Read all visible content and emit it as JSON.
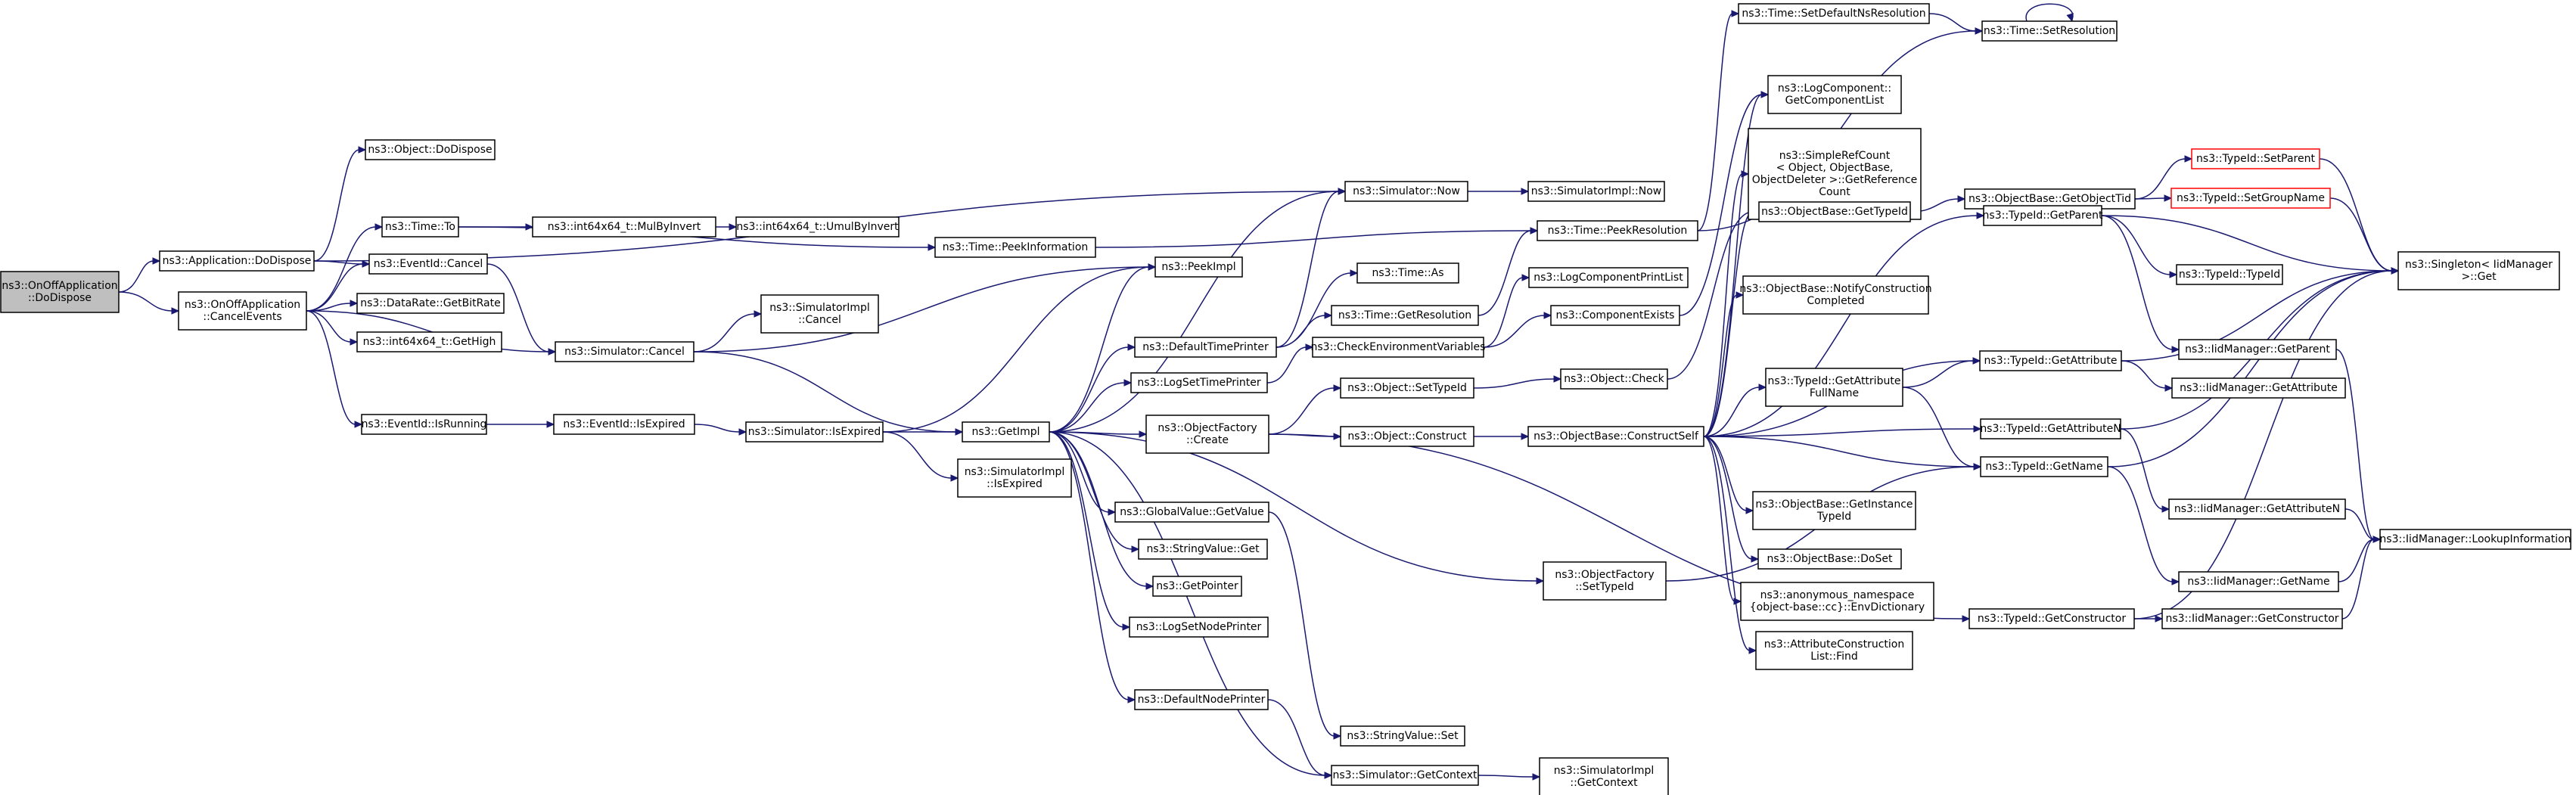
{
  "nodes": [
    {
      "id": "root",
      "lines": [
        "ns3::OnOffApplication",
        "::DoDispose"
      ],
      "style": "root"
    },
    {
      "id": "appDispose",
      "lines": [
        "ns3::Application::DoDispose"
      ]
    },
    {
      "id": "cancelEvents",
      "lines": [
        "ns3::OnOffApplication",
        "::CancelEvents"
      ]
    },
    {
      "id": "objDispose",
      "lines": [
        "ns3::Object::DoDispose"
      ]
    },
    {
      "id": "timeTo",
      "lines": [
        "ns3::Time::To"
      ]
    },
    {
      "id": "evCancel",
      "lines": [
        "ns3::EventId::Cancel"
      ]
    },
    {
      "id": "bitRate",
      "lines": [
        "ns3::DataRate::GetBitRate"
      ]
    },
    {
      "id": "getHigh",
      "lines": [
        "ns3::int64x64_t::GetHigh"
      ]
    },
    {
      "id": "evRunning",
      "lines": [
        "ns3::EventId::IsRunning"
      ]
    },
    {
      "id": "mulByInvert",
      "lines": [
        "ns3::int64x64_t::MulByInvert"
      ]
    },
    {
      "id": "umulByInvert",
      "lines": [
        "ns3::int64x64_t::UmulByInvert"
      ]
    },
    {
      "id": "simCancel",
      "lines": [
        "ns3::Simulator::Cancel"
      ]
    },
    {
      "id": "evExpired",
      "lines": [
        "ns3::EventId::IsExpired"
      ]
    },
    {
      "id": "simImplCancel",
      "lines": [
        "ns3::SimulatorImpl",
        "::Cancel"
      ]
    },
    {
      "id": "simExpired",
      "lines": [
        "ns3::Simulator::IsExpired"
      ]
    },
    {
      "id": "peekInfo",
      "lines": [
        "ns3::Time::PeekInformation"
      ]
    },
    {
      "id": "simImplExpired",
      "lines": [
        "ns3::SimulatorImpl",
        "::IsExpired"
      ]
    },
    {
      "id": "peekImpl",
      "lines": [
        "ns3::PeekImpl"
      ]
    },
    {
      "id": "getImpl",
      "lines": [
        "ns3::GetImpl"
      ]
    },
    {
      "id": "defTimePrinter",
      "lines": [
        "ns3::DefaultTimePrinter"
      ]
    },
    {
      "id": "logSetTime",
      "lines": [
        "ns3::LogSetTimePrinter"
      ]
    },
    {
      "id": "objFactCreate",
      "lines": [
        "ns3::ObjectFactory",
        "::Create"
      ]
    },
    {
      "id": "gvGetValue",
      "lines": [
        "ns3::GlobalValue::GetValue"
      ]
    },
    {
      "id": "svGet",
      "lines": [
        "ns3::StringValue::Get"
      ]
    },
    {
      "id": "getPointer",
      "lines": [
        "ns3::GetPointer"
      ]
    },
    {
      "id": "logSetNode",
      "lines": [
        "ns3::LogSetNodePrinter"
      ]
    },
    {
      "id": "defNodePrinter",
      "lines": [
        "ns3::DefaultNodePrinter"
      ]
    },
    {
      "id": "simNow",
      "lines": [
        "ns3::Simulator::Now"
      ]
    },
    {
      "id": "timeAs",
      "lines": [
        "ns3::Time::As"
      ]
    },
    {
      "id": "getRes",
      "lines": [
        "ns3::Time::GetResolution"
      ]
    },
    {
      "id": "checkEnv",
      "lines": [
        "ns3::CheckEnvironmentVariables"
      ]
    },
    {
      "id": "objSetTid",
      "lines": [
        "ns3::Object::SetTypeId"
      ]
    },
    {
      "id": "objConstruct",
      "lines": [
        "ns3::Object::Construct"
      ]
    },
    {
      "id": "svSet",
      "lines": [
        "ns3::StringValue::Set"
      ]
    },
    {
      "id": "simCtx",
      "lines": [
        "ns3::Simulator::GetContext"
      ]
    },
    {
      "id": "simImplNow",
      "lines": [
        "ns3::SimulatorImpl::Now"
      ]
    },
    {
      "id": "peekRes",
      "lines": [
        "ns3::Time::PeekResolution"
      ]
    },
    {
      "id": "logCompPrint",
      "lines": [
        "ns3::LogComponentPrintList"
      ]
    },
    {
      "id": "compExists",
      "lines": [
        "ns3::ComponentExists"
      ]
    },
    {
      "id": "objCheck",
      "lines": [
        "ns3::Object::Check"
      ]
    },
    {
      "id": "constructSelf",
      "lines": [
        "ns3::ObjectBase::ConstructSelf"
      ]
    },
    {
      "id": "ofSetTid",
      "lines": [
        "ns3::ObjectFactory",
        "::SetTypeId"
      ]
    },
    {
      "id": "simImplCtx",
      "lines": [
        "ns3::SimulatorImpl",
        "::GetContext"
      ]
    },
    {
      "id": "setDefNs",
      "lines": [
        "ns3::Time::SetDefaultNsResolution"
      ]
    },
    {
      "id": "logCompList",
      "lines": [
        "ns3::LogComponent::",
        "GetComponentList"
      ]
    },
    {
      "id": "simpleRef",
      "lines": [
        "ns3::SimpleRefCount",
        "< Object, ObjectBase,",
        "ObjectDeleter >::GetReference",
        "Count"
      ]
    },
    {
      "id": "obGetTid",
      "lines": [
        "ns3::ObjectBase::GetTypeId"
      ]
    },
    {
      "id": "notifyConstr",
      "lines": [
        "ns3::ObjectBase::NotifyConstruction",
        "Completed"
      ]
    },
    {
      "id": "tidGetAttrFull",
      "lines": [
        "ns3::TypeId::GetAttribute",
        "FullName"
      ]
    },
    {
      "id": "obGetInstTid",
      "lines": [
        "ns3::ObjectBase::GetInstance",
        "TypeId"
      ]
    },
    {
      "id": "obDoSet",
      "lines": [
        "ns3::ObjectBase::DoSet"
      ]
    },
    {
      "id": "anonEnv",
      "lines": [
        "ns3::anonymous_namespace",
        "{object-base::cc}::EnvDictionary"
      ]
    },
    {
      "id": "attrFind",
      "lines": [
        "ns3::AttributeConstruction",
        "List::Find"
      ]
    },
    {
      "id": "timeSetRes",
      "lines": [
        "ns3::Time::SetResolution"
      ]
    },
    {
      "id": "obGetObjTid",
      "lines": [
        "ns3::ObjectBase::GetObjectTid"
      ]
    },
    {
      "id": "tidGetParent",
      "lines": [
        "ns3::TypeId::GetParent"
      ]
    },
    {
      "id": "tidGetAttr",
      "lines": [
        "ns3::TypeId::GetAttribute"
      ]
    },
    {
      "id": "tidGetAttrN",
      "lines": [
        "ns3::TypeId::GetAttributeN"
      ]
    },
    {
      "id": "tidGetName",
      "lines": [
        "ns3::TypeId::GetName"
      ]
    },
    {
      "id": "tidGetCtor",
      "lines": [
        "ns3::TypeId::GetConstructor"
      ]
    },
    {
      "id": "tidSetParent",
      "lines": [
        "ns3::TypeId::SetParent"
      ],
      "style": "red"
    },
    {
      "id": "tidSetGroup",
      "lines": [
        "ns3::TypeId::SetGroupName"
      ],
      "style": "red"
    },
    {
      "id": "tidTypeId",
      "lines": [
        "ns3::TypeId::TypeId"
      ]
    },
    {
      "id": "iidGetParent",
      "lines": [
        "ns3::IidManager::GetParent"
      ]
    },
    {
      "id": "iidGetAttr",
      "lines": [
        "ns3::IidManager::GetAttribute"
      ]
    },
    {
      "id": "iidGetAttrN",
      "lines": [
        "ns3::IidManager::GetAttributeN"
      ]
    },
    {
      "id": "iidGetName",
      "lines": [
        "ns3::IidManager::GetName"
      ]
    },
    {
      "id": "iidGetCtor",
      "lines": [
        "ns3::IidManager::GetConstructor"
      ]
    },
    {
      "id": "singleton",
      "lines": [
        "ns3::Singleton< IidManager",
        ">::Get"
      ]
    },
    {
      "id": "lookupInfo",
      "lines": [
        "ns3::IidManager::LookupInformation"
      ]
    }
  ],
  "edges": [
    [
      "root",
      "appDispose"
    ],
    [
      "root",
      "cancelEvents"
    ],
    [
      "appDispose",
      "objDispose"
    ],
    [
      "appDispose",
      "simNow"
    ],
    [
      "appDispose",
      "evCancel"
    ],
    [
      "cancelEvents",
      "timeTo"
    ],
    [
      "cancelEvents",
      "evCancel"
    ],
    [
      "cancelEvents",
      "bitRate"
    ],
    [
      "cancelEvents",
      "getHigh"
    ],
    [
      "cancelEvents",
      "simCancel"
    ],
    [
      "cancelEvents",
      "evRunning"
    ],
    [
      "timeTo",
      "mulByInvert"
    ],
    [
      "timeTo",
      "peekInfo"
    ],
    [
      "mulByInvert",
      "umulByInvert"
    ],
    [
      "evCancel",
      "simCancel"
    ],
    [
      "simCancel",
      "simImplCancel"
    ],
    [
      "simCancel",
      "getImpl"
    ],
    [
      "simCancel",
      "peekImpl"
    ],
    [
      "evRunning",
      "evExpired"
    ],
    [
      "evExpired",
      "simExpired"
    ],
    [
      "simExpired",
      "getImpl"
    ],
    [
      "simExpired",
      "simImplExpired"
    ],
    [
      "simExpired",
      "peekImpl"
    ],
    [
      "peekInfo",
      "peekRes"
    ],
    [
      "getImpl",
      "peekImpl"
    ],
    [
      "getImpl",
      "simNow"
    ],
    [
      "getImpl",
      "defTimePrinter"
    ],
    [
      "getImpl",
      "logSetTime"
    ],
    [
      "getImpl",
      "objFactCreate"
    ],
    [
      "getImpl",
      "gvGetValue"
    ],
    [
      "getImpl",
      "svGet"
    ],
    [
      "getImpl",
      "getPointer"
    ],
    [
      "getImpl",
      "logSetNode"
    ],
    [
      "getImpl",
      "defNodePrinter"
    ],
    [
      "getImpl",
      "simCtx"
    ],
    [
      "getImpl",
      "ofSetTid"
    ],
    [
      "defTimePrinter",
      "simNow"
    ],
    [
      "defTimePrinter",
      "timeAs"
    ],
    [
      "defTimePrinter",
      "getRes"
    ],
    [
      "logSetTime",
      "checkEnv"
    ],
    [
      "objFactCreate",
      "objSetTid"
    ],
    [
      "objFactCreate",
      "objConstruct"
    ],
    [
      "objFactCreate",
      "tidGetCtor"
    ],
    [
      "gvGetValue",
      "svSet"
    ],
    [
      "defNodePrinter",
      "simCtx"
    ],
    [
      "simNow",
      "simImplNow"
    ],
    [
      "getRes",
      "peekRes"
    ],
    [
      "checkEnv",
      "logCompPrint"
    ],
    [
      "checkEnv",
      "compExists"
    ],
    [
      "objSetTid",
      "objCheck"
    ],
    [
      "objConstruct",
      "constructSelf"
    ],
    [
      "simCtx",
      "simImplCtx"
    ],
    [
      "ofSetTid",
      "tidGetName"
    ],
    [
      "peekRes",
      "setDefNs"
    ],
    [
      "peekRes",
      "timeSetRes"
    ],
    [
      "setDefNs",
      "timeSetRes"
    ],
    [
      "timeSetRes",
      "timeSetRes"
    ],
    [
      "compExists",
      "logCompList"
    ],
    [
      "objCheck",
      "obGetTid"
    ],
    [
      "constructSelf",
      "logCompList"
    ],
    [
      "constructSelf",
      "simpleRef"
    ],
    [
      "constructSelf",
      "obGetTid"
    ],
    [
      "constructSelf",
      "notifyConstr"
    ],
    [
      "constructSelf",
      "tidGetParent"
    ],
    [
      "constructSelf",
      "tidGetAttrFull"
    ],
    [
      "constructSelf",
      "tidGetAttr"
    ],
    [
      "constructSelf",
      "tidGetAttrN"
    ],
    [
      "constructSelf",
      "tidGetName"
    ],
    [
      "constructSelf",
      "obGetInstTid"
    ],
    [
      "constructSelf",
      "obDoSet"
    ],
    [
      "constructSelf",
      "anonEnv"
    ],
    [
      "constructSelf",
      "attrFind"
    ],
    [
      "obGetTid",
      "obGetObjTid"
    ],
    [
      "obGetObjTid",
      "tidSetParent"
    ],
    [
      "obGetObjTid",
      "tidSetGroup"
    ],
    [
      "tidSetParent",
      "singleton"
    ],
    [
      "tidSetGroup",
      "singleton"
    ],
    [
      "tidGetAttrFull",
      "tidGetAttr"
    ],
    [
      "tidGetAttrFull",
      "tidGetName"
    ],
    [
      "tidGetParent",
      "tidTypeId"
    ],
    [
      "tidGetParent",
      "iidGetParent"
    ],
    [
      "tidGetParent",
      "singleton"
    ],
    [
      "tidGetAttr",
      "iidGetAttr"
    ],
    [
      "tidGetAttr",
      "singleton"
    ],
    [
      "tidGetAttrN",
      "iidGetAttrN"
    ],
    [
      "tidGetAttrN",
      "singleton"
    ],
    [
      "tidGetName",
      "iidGetName"
    ],
    [
      "tidGetName",
      "singleton"
    ],
    [
      "tidGetCtor",
      "iidGetCtor"
    ],
    [
      "tidGetCtor",
      "singleton"
    ],
    [
      "iidGetParent",
      "lookupInfo"
    ],
    [
      "iidGetAttrN",
      "lookupInfo"
    ],
    [
      "iidGetName",
      "lookupInfo"
    ],
    [
      "iidGetCtor",
      "lookupInfo"
    ]
  ]
}
